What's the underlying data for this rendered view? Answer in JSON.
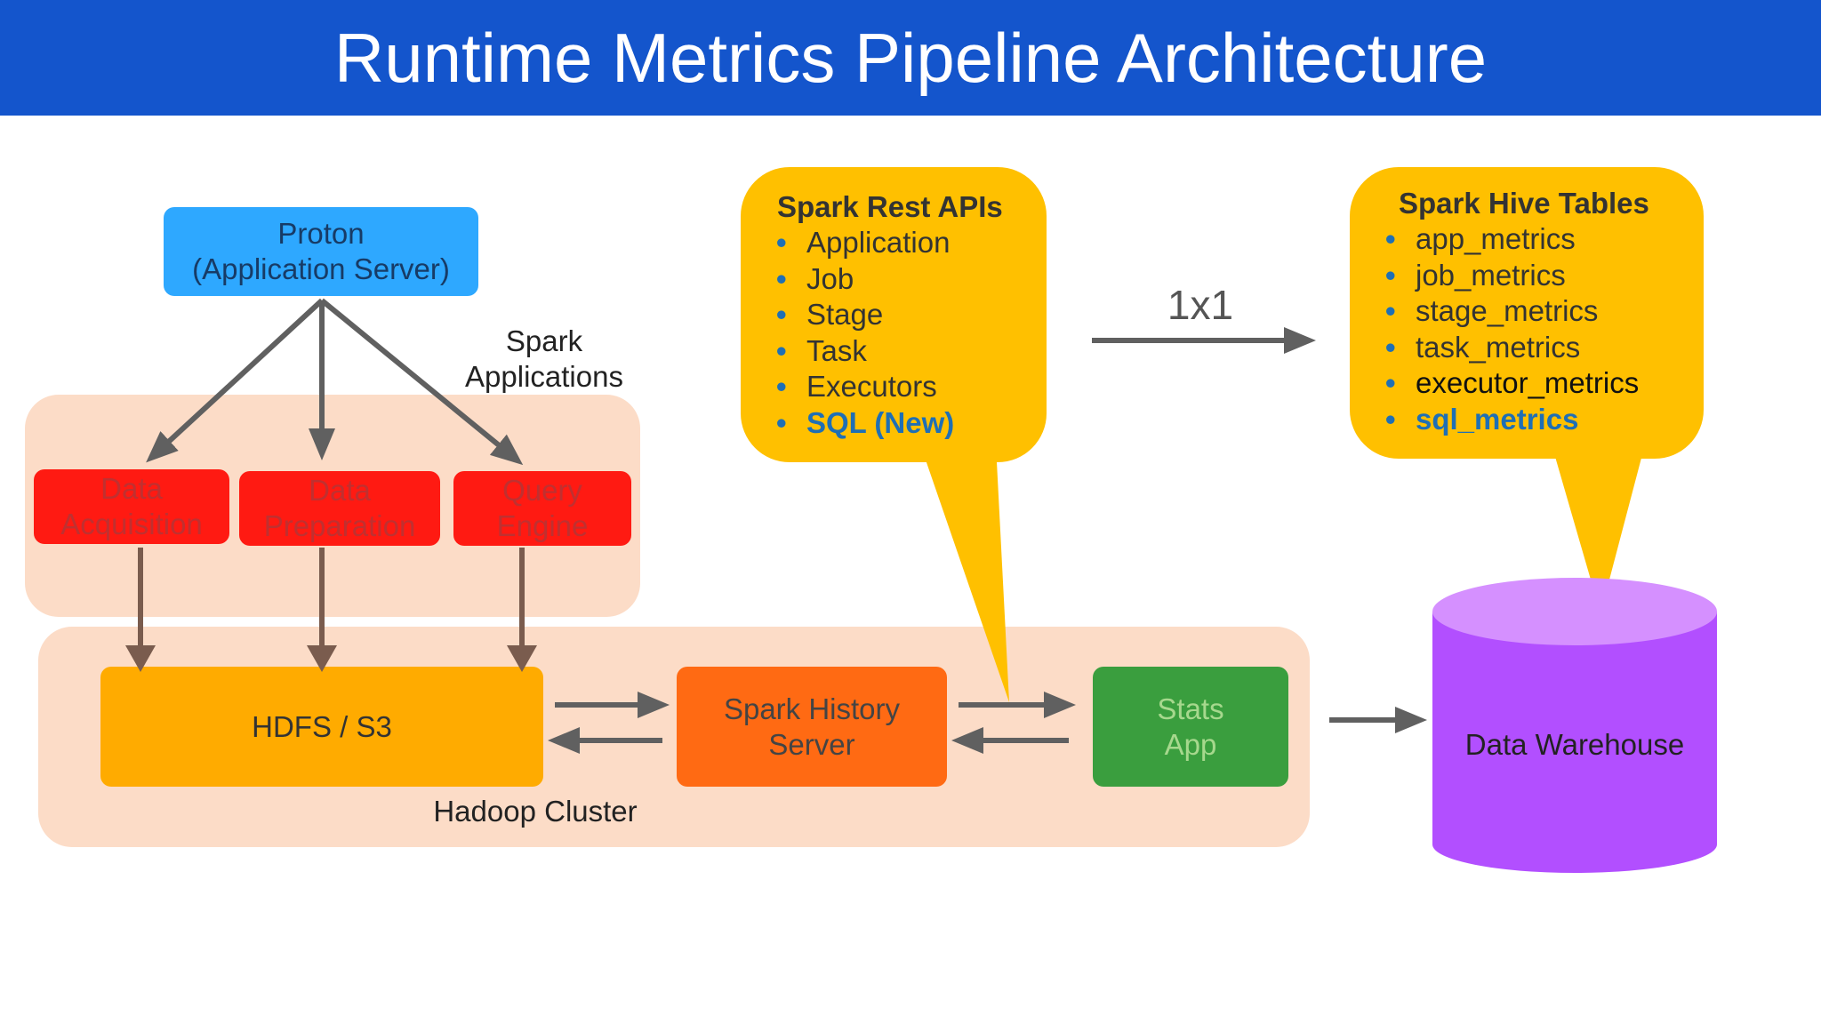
{
  "slide": {
    "title": "Runtime Metrics Pipeline Architecture"
  },
  "proton": {
    "line1": "Proton",
    "line2": "(Application Server)"
  },
  "spark_apps_label": {
    "line1": "Spark",
    "line2": "Applications"
  },
  "apps": [
    {
      "line1": "Data",
      "line2": "Acquisition"
    },
    {
      "line1": "Data",
      "line2": "Preparation"
    },
    {
      "line1": "Query",
      "line2": "Engine"
    }
  ],
  "hdfs": {
    "label": "HDFS / S3"
  },
  "history_server": {
    "line1": "Spark History",
    "line2": "Server"
  },
  "stats_app": {
    "line1": "Stats",
    "line2": "App"
  },
  "hadoop_label": "Hadoop Cluster",
  "rest_apis": {
    "title": "Spark Rest APIs",
    "items": [
      "Application",
      "Job",
      "Stage",
      "Task",
      "Executors",
      "SQL (New)"
    ]
  },
  "hive_tables": {
    "title": "Spark Hive Tables",
    "items": [
      "app_metrics",
      "job_metrics",
      "stage_metrics",
      "task_metrics",
      "executor_metrics",
      "sql_metrics"
    ]
  },
  "mapping_label": "1x1",
  "warehouse": {
    "label": "Data Warehouse"
  },
  "colors": {
    "header": "#1455cc",
    "proton": "#2ea8ff",
    "apps": "#ff1a12",
    "app_text": "#c03030",
    "hdfs": "#ffab00",
    "history_server": "#ff6a13",
    "history_text": "#444444",
    "stats_app": "#3a9e3e",
    "stats_text": "#a6d88d",
    "region": "#fcdcc7",
    "bubble": "#ffc000",
    "warehouse": "#b24fff",
    "warehouse_top": "#d590ff",
    "arrow": "#606060",
    "arrow_brown": "#7a5c4e",
    "highlight": "#1f6fb5"
  }
}
